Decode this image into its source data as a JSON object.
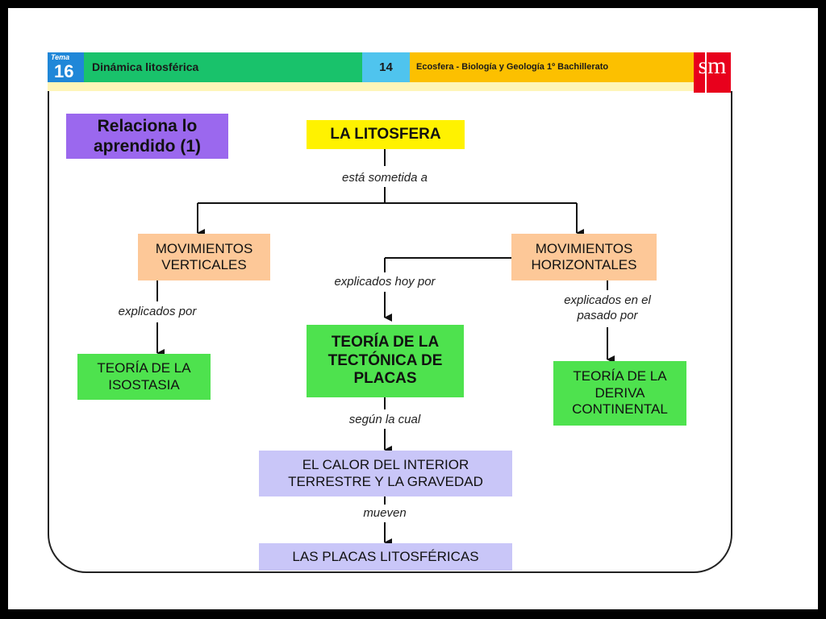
{
  "header": {
    "tema_label": "Tema",
    "tema_number": "16",
    "title": "Dinámica litosférica",
    "page_number": "14",
    "book": "Ecosfera - Biología y Geología 1º Bachillerato",
    "logo": "sm"
  },
  "relaciona": "Relaciona lo aprendido (1)",
  "nodes": {
    "litosfera": "LA LITOSFERA",
    "mov_verticales": "MOVIMIENTOS VERTICALES",
    "mov_horizontales": "MOVIMIENTOS HORIZONTALES",
    "isostasia": "TEORÍA DE LA ISOSTASIA",
    "tectonica": "TEORÍA DE LA TECTÓNICA DE PLACAS",
    "deriva": "TEORÍA DE LA DERIVA CONTINENTAL",
    "calor": "EL CALOR DEL INTERIOR TERRESTRE Y LA GRAVEDAD",
    "placas": "LAS PLACAS LITOSFÉRICAS"
  },
  "links": {
    "sometida": "está sometida a",
    "explicados_por": "explicados por",
    "explicados_hoy": "explicados hoy por",
    "explicados_pasado": "explicados en el pasado por",
    "segun": "según la cual",
    "mueven": "mueven"
  },
  "colors": {
    "tema_blue": "#1f87d8",
    "header_green": "#19c26b",
    "header_cyan": "#4fc4ee",
    "header_yellow": "#fcc000",
    "logo_red": "#e8001c",
    "node_yellow": "#fff200",
    "node_orange": "#fdc898",
    "node_green": "#4ee24e",
    "node_lavender": "#c9c6f8",
    "relaciona_purple": "#9b68ee"
  }
}
